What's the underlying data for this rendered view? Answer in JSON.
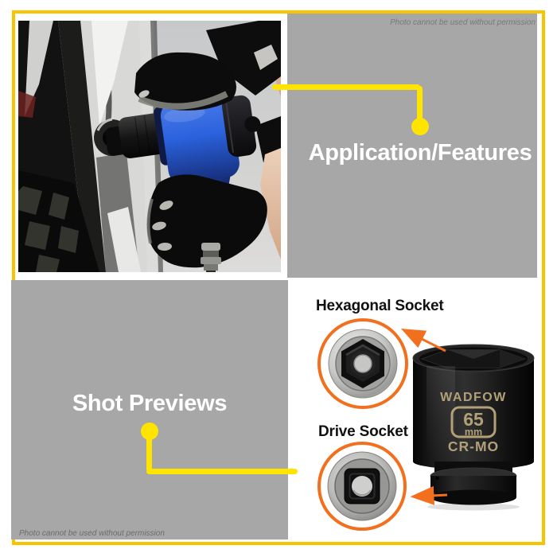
{
  "watermarks": {
    "top_right": "Photo cannot be used without permission",
    "bottom_left": "Photo cannot be used without permission"
  },
  "sections": {
    "application": {
      "label": "Application/Features"
    },
    "shot_previews": {
      "label": "Shot Previews"
    }
  },
  "callouts": {
    "hexagonal": {
      "label": "Hexagonal Socket"
    },
    "drive": {
      "label": "Drive Socket"
    }
  },
  "product": {
    "brand": "WADFOW",
    "size_value": "65",
    "size_unit": "mm",
    "material": "CR-MO"
  },
  "colors": {
    "frame_yellow": "#f8c300",
    "connector_yellow": "#ffe400",
    "panel_gray": "#a8a7a7",
    "callout_orange": "#f26f1d",
    "brand_tan": "#b2a178",
    "tool_blue": "#2b62dd"
  }
}
